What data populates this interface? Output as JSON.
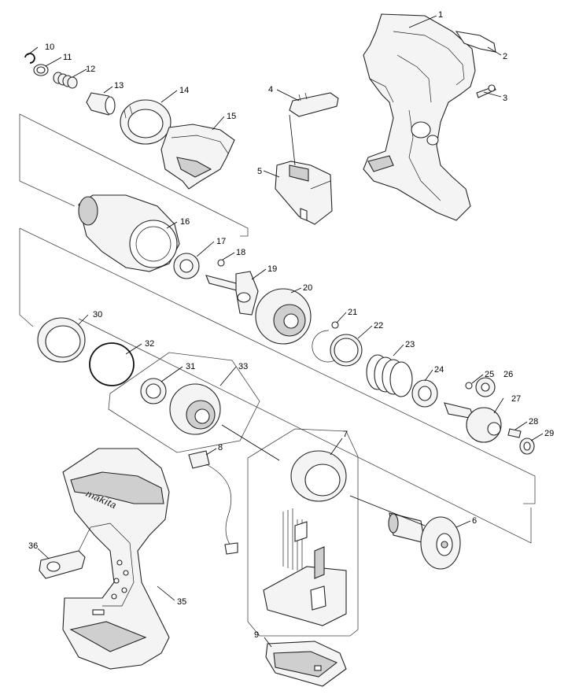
{
  "brand": {
    "logo_text": "makita"
  },
  "labels": {
    "p1": "1",
    "p2": "2",
    "p3": "3",
    "p4": "4",
    "p5": "5",
    "p6": "6",
    "p7": "7",
    "p8": "8",
    "p9": "9",
    "p10": "10",
    "p11": "11",
    "p12": "12",
    "p13": "13",
    "p14": "14",
    "p15": "15",
    "p16": "16",
    "p17": "17",
    "p18": "18",
    "p19": "19",
    "p20": "20",
    "p21": "21",
    "p22": "22",
    "p23": "23",
    "p24": "24",
    "p25": "25",
    "p26": "26",
    "p27": "27",
    "p28": "28",
    "p29": "29",
    "p30": "30",
    "p31": "31",
    "p32": "32",
    "p33": "33",
    "p35": "35",
    "p36": "36"
  }
}
